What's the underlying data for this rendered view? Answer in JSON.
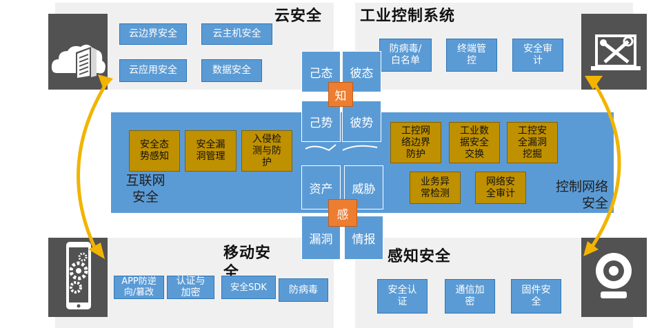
{
  "quadrants": {
    "cloud": {
      "title": "云安全",
      "items": [
        "云边界安全",
        "云主机安全",
        "云应用安全",
        "数据安全"
      ]
    },
    "industrial": {
      "title": "工业控制系统",
      "items": [
        "防病毒/\n白名单",
        "终端管\n控",
        "安全审\n计"
      ]
    },
    "mobile": {
      "title": "移动安全",
      "items": [
        "APP防逆\n向/篡改",
        "认证与\n加密",
        "安全SDK",
        "防病毒"
      ]
    },
    "perception": {
      "title": "感知安全",
      "items": [
        "安全认\n证",
        "通信加\n密",
        "固件安\n全"
      ]
    }
  },
  "band": {
    "internet": {
      "label": "互联网\n安全",
      "items": [
        "安全态\n势感知",
        "安全漏\n洞管理",
        "入侵检\n测与防\n护"
      ]
    },
    "control": {
      "label": "控制网络\n安全",
      "items": [
        "工控网\n络边界\n防护",
        "工业数\n据安全\n交换",
        "工控安\n全漏洞\n挖掘",
        "业务异\n常检测",
        "网络安\n全审计"
      ]
    }
  },
  "center": {
    "know": {
      "label": "知",
      "tiles": [
        "己态",
        "彼态",
        "己势",
        "彼势"
      ]
    },
    "sense": {
      "label": "感",
      "tiles": [
        "资产",
        "威胁",
        "漏洞",
        "情报"
      ]
    }
  },
  "icons": [
    "cloud-server-icon",
    "tools-monitor-icon",
    "mobile-gear-icon",
    "webcam-icon"
  ],
  "colors": {
    "blue": "#5b9bd5",
    "gold": "#bf9000",
    "orange": "#ed7d31",
    "arrow": "#f2b400",
    "dark": "#525252"
  }
}
